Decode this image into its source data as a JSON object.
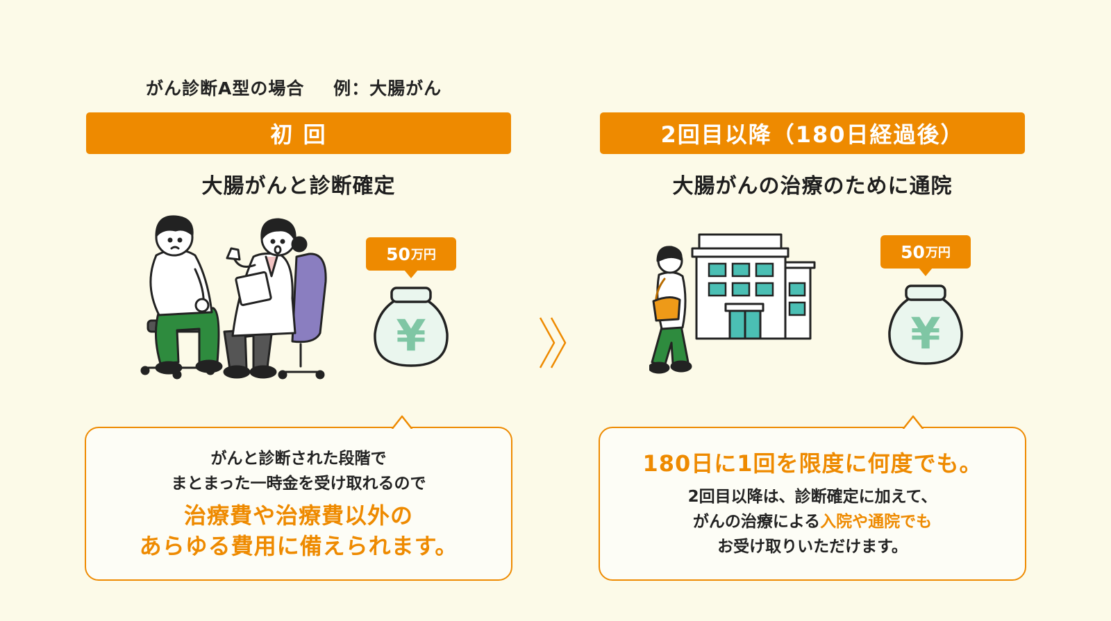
{
  "note": {
    "plan": "がん診断A型の場合",
    "example": "例：大腸がん"
  },
  "left": {
    "header": "初 回",
    "subtitle": "大腸がんと診断確定",
    "amount_number": "50",
    "amount_unit": "万円",
    "bubble": {
      "line1": "がんと診断された段階で",
      "line2": "まとまった一時金を受け取れるので",
      "highlight1": "治療費や治療費以外の",
      "highlight2": "あらゆる費用に備えられます。"
    }
  },
  "right": {
    "header": "2回目以降（180日経過後）",
    "subtitle": "大腸がんの治療のために通院",
    "amount_number": "50",
    "amount_unit": "万円",
    "bubble": {
      "headline": "180日に1回を限度に何度でも。",
      "line1": "2回目以降は、診断確定に加えて、",
      "line2_prefix": "がんの治療による",
      "line2_highlight": "入院や通院でも",
      "line3": "お受け取りいただけます。"
    }
  },
  "icons": {
    "yen_symbol": "¥",
    "colors": {
      "orange": "#ee8a00",
      "green": "#2e8b3e",
      "purple": "#8a7ec0",
      "teal": "#4bbfb4",
      "background": "#fcfae8"
    }
  }
}
